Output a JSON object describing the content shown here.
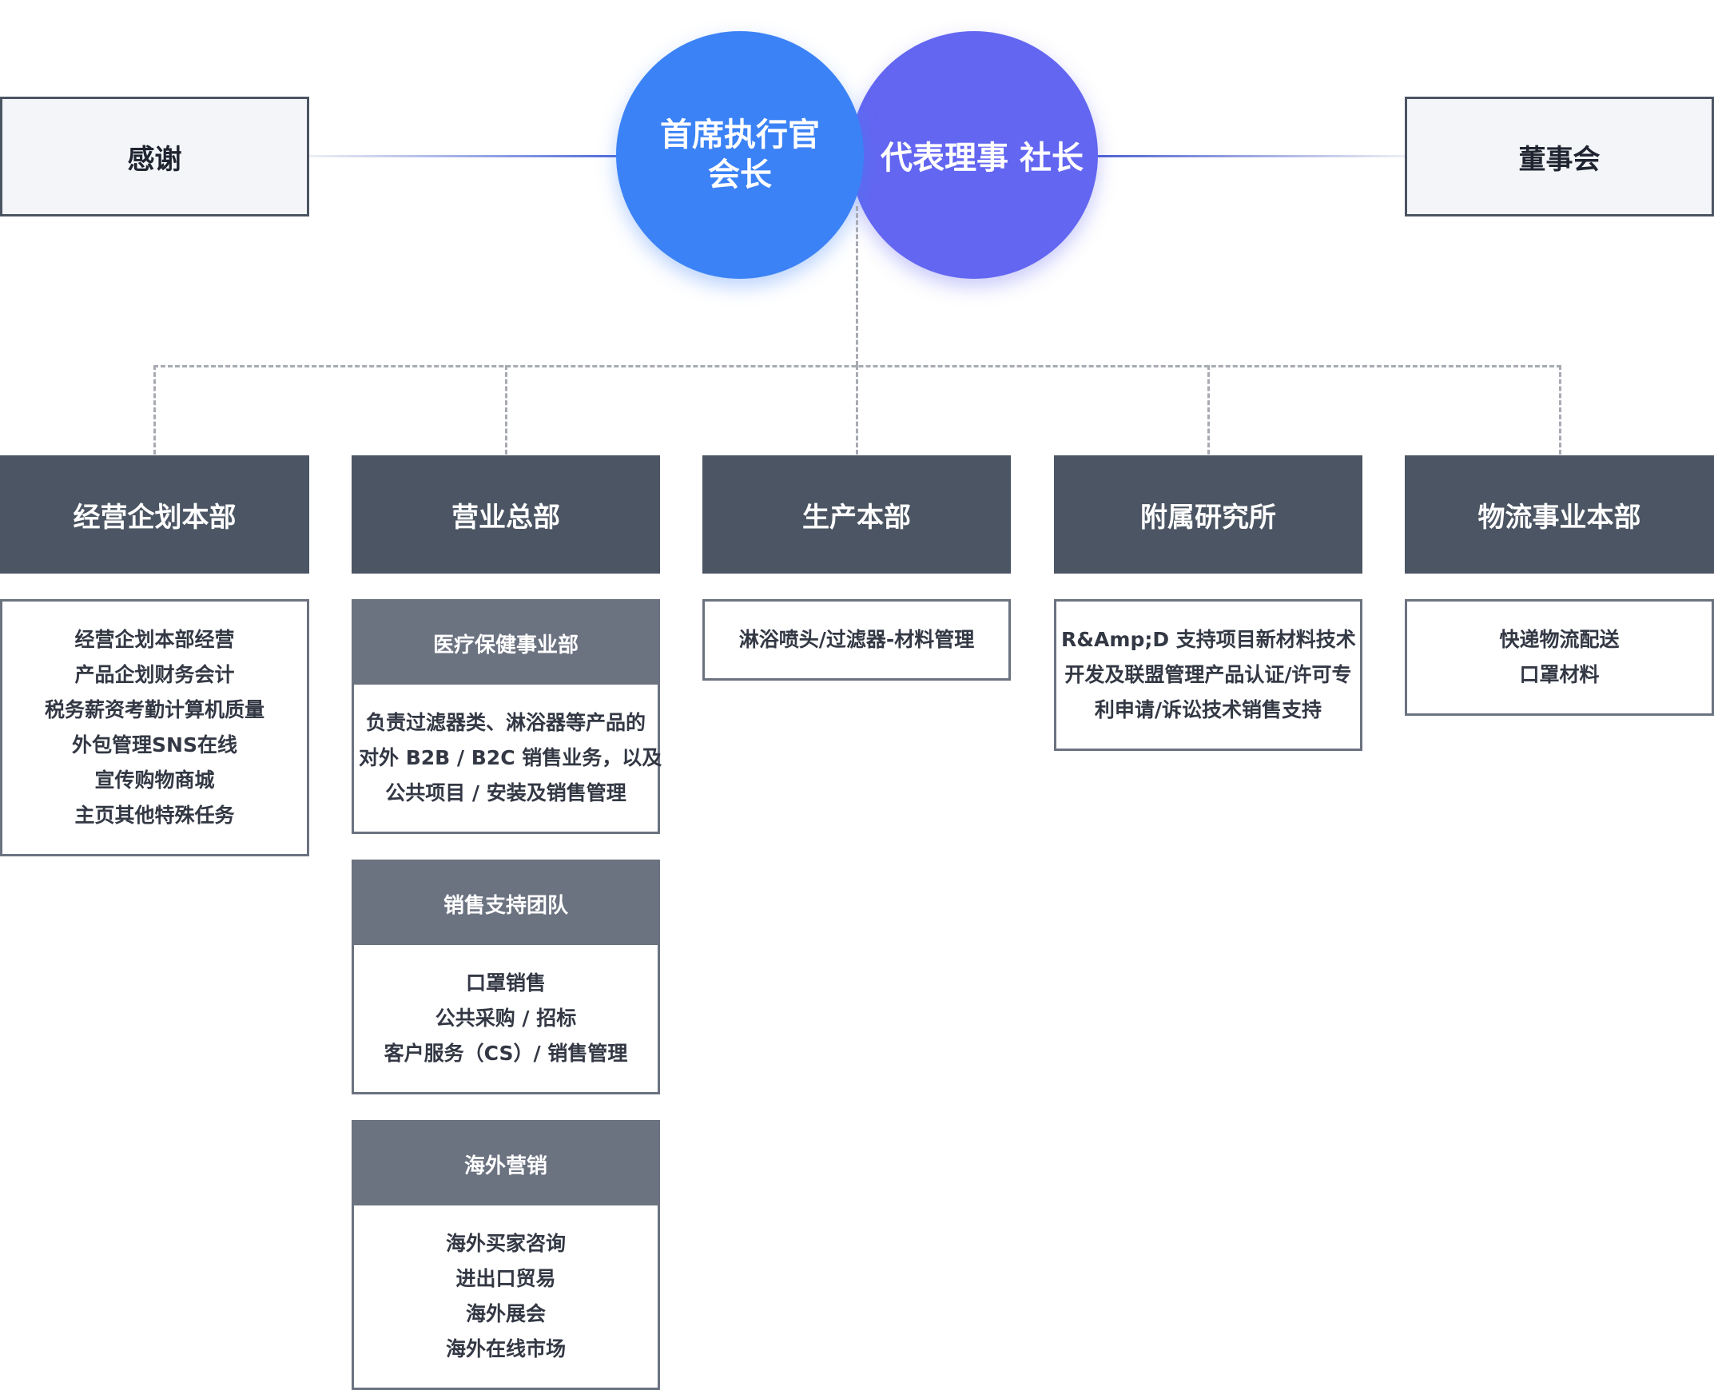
{
  "left_box": "感谢",
  "right_box": "董事会",
  "ceo": {
    "line1": "首席执行官",
    "line2": "会长"
  },
  "president": "代表理事 社长",
  "departments": [
    {
      "title": "经营企划本部",
      "lines": [
        "经营企划本部经营",
        "产品企划财务会计",
        "税务薪资考勤计算机质量",
        "外包管理SNS在线",
        "宣传购物商城",
        "主页其他特殊任务"
      ]
    },
    {
      "title": "营业总部",
      "units": [
        {
          "title": "医疗保健事业部",
          "lines": [
            "负责过滤器类、淋浴器等产品的",
            "对外 B2B / B2C 销售业务，以及",
            "公共项目 / 安装及销售管理"
          ]
        },
        {
          "title": "销售支持团队",
          "lines": [
            "口罩销售",
            "公共采购 / 招标",
            "客户服务（CS）/ 销售管理"
          ]
        },
        {
          "title": "海外营销",
          "lines": [
            "海外买家咨询",
            "进出口贸易",
            "海外展会",
            "海外在线市场"
          ]
        }
      ]
    },
    {
      "title": "生产本部",
      "lines": [
        "淋浴喷头/过滤器-材料管理"
      ]
    },
    {
      "title": "附属研究所",
      "lines": [
        "R&Amp;D 支持项目新材料技术",
        "开发及联盟管理产品认证/许可专",
        "利申请/诉讼技术销售支持"
      ]
    },
    {
      "title": "物流事业本部",
      "lines": [
        "快递物流配送",
        "口罩材料"
      ]
    }
  ],
  "colors": {
    "ceo_circle": "#3b82f6",
    "president_circle": "#6366f1",
    "dept_header": "#4b5563",
    "unit_header": "#6b7280",
    "side_box_bg": "#f4f5f8"
  }
}
